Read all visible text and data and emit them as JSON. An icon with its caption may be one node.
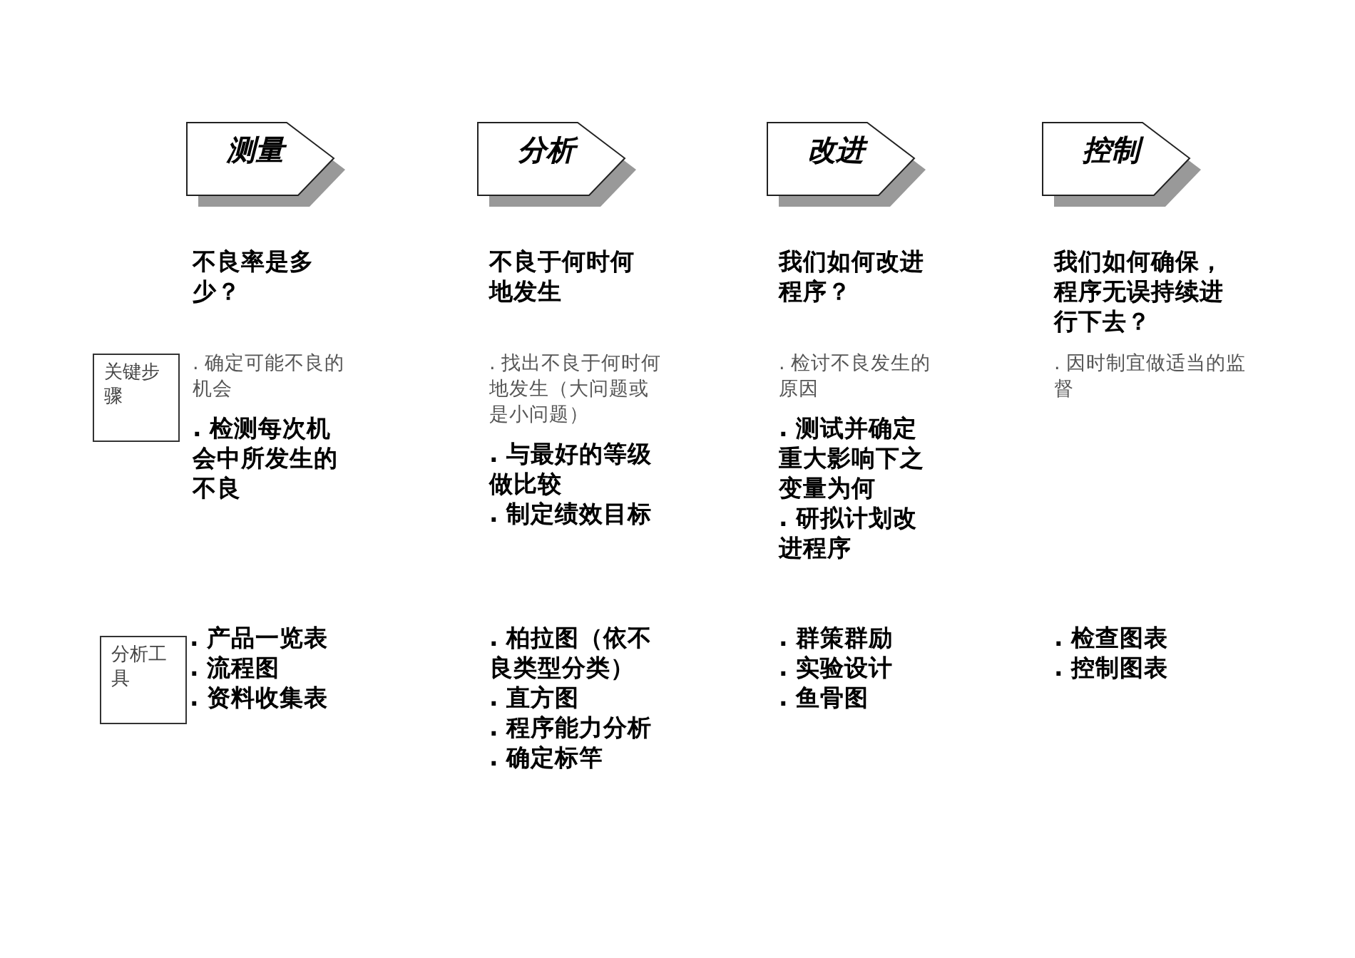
{
  "diagram": {
    "nodes": [
      {
        "text": [
          "测量"
        ]
      },
      {
        "text": [
          "分析"
        ]
      },
      {
        "text": [
          "改进"
        ]
      },
      {
        "text": [
          "控制"
        ]
      },
      {
        "text": [
          "关键步骤"
        ]
      },
      {
        "text": [
          "分析工具"
        ]
      }
    ],
    "labels": [
      "不良率是多少？",
      "不良于何时何地发生",
      "我们如何改进程序？",
      "我们如何确保，程序无误持续进行下去？",
      ". 确定可能不良的机会",
      ". 检测每次机会中所发生的不良",
      ". 找出不良于何时何地发生（大问题或是小问题）",
      ". 与最好的等级做比较",
      ". 制定绩效目标",
      ". 检讨不良发生的原因",
      ". 测试并确定重大影响下之变量为何",
      ". 研拟计划改进程序",
      ". 因时制宜做适当的监督",
      ". 产品一览表",
      ". 流程图",
      ". 资料收集表",
      ". 柏拉图（依不良类型分类）",
      ". 直方图",
      ". 程序能力分析",
      ". 确定标竿",
      ". 群策群励",
      ". 实验设计",
      ". 鱼骨图",
      ". 检查图表",
      ". 控制图表"
    ]
  }
}
